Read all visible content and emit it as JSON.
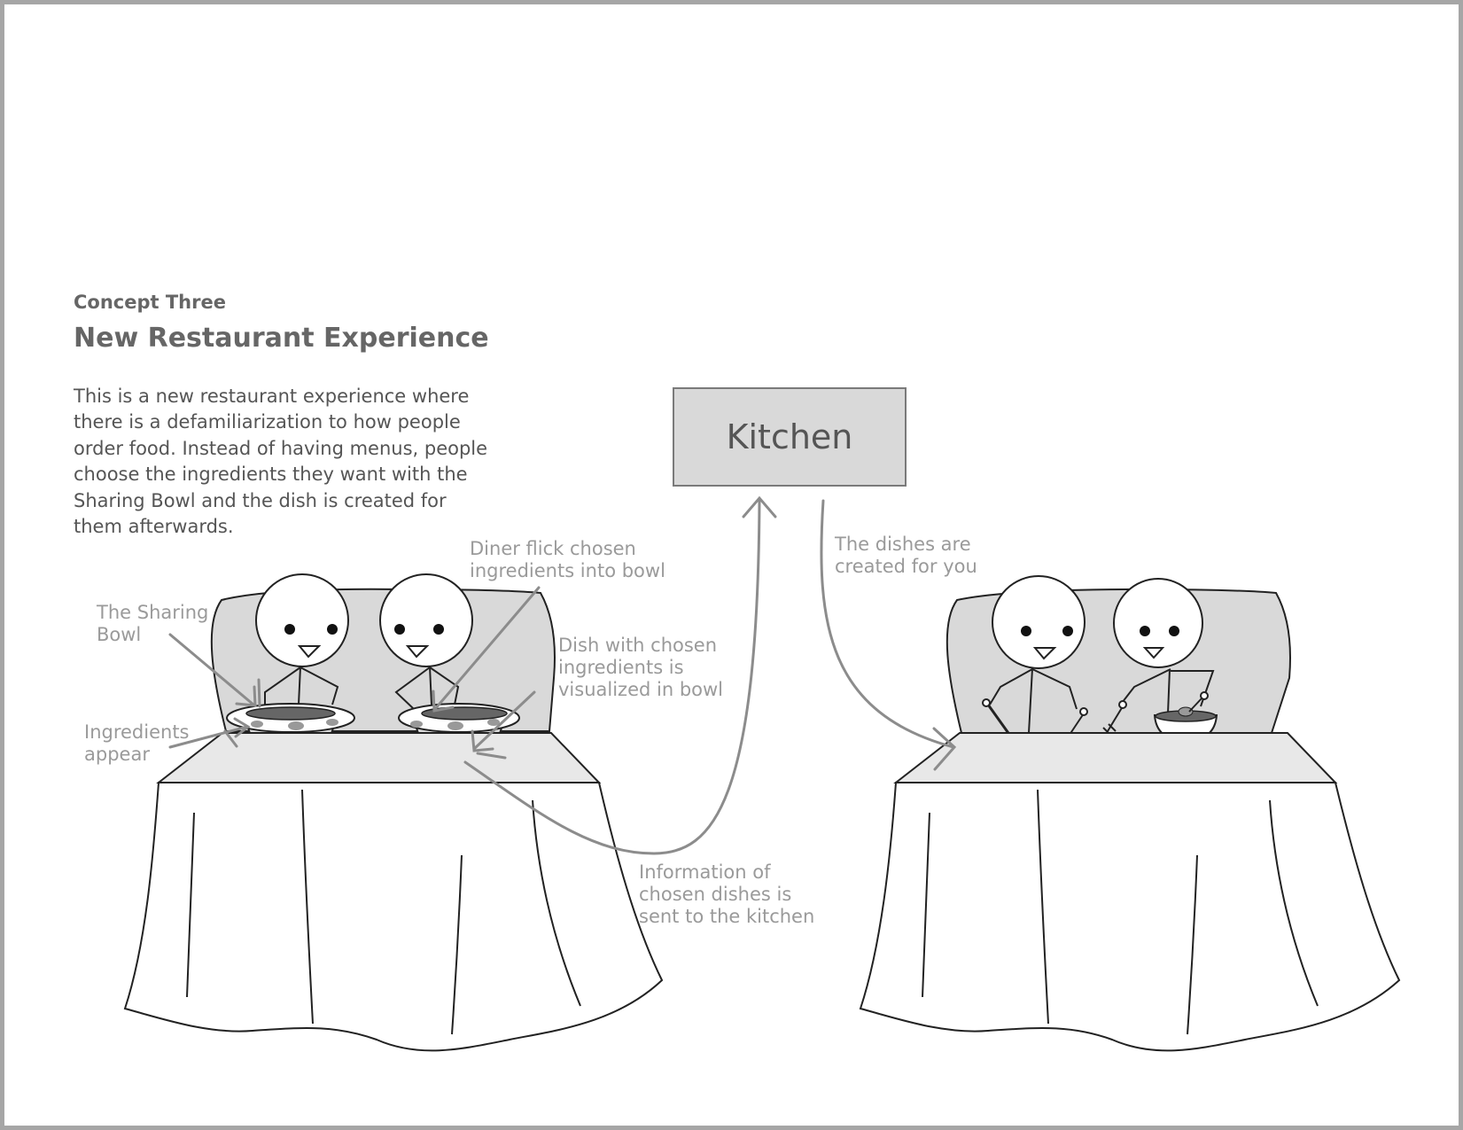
{
  "header": {
    "subtitle": "Concept Three",
    "title": "New Restaurant Experience",
    "description": "This is a new restaurant experience where there is a defamiliarization to how people order food. Instead of having menus, people choose the ingredients they want with the Sharing Bowl and the dish is created for them afterwards."
  },
  "kitchen": {
    "label": "Kitchen"
  },
  "annotations": {
    "sharing_bowl": "The Sharing\nBowl",
    "ingredients": "Ingredients\nappear",
    "flick": "Diner flick chosen\ningredients into bowl",
    "dish_visualized": "Dish with chosen\ningredients is\nvisualized in bowl",
    "info_sent": "Information of\nchosen dishes is\nsent to the kitchen",
    "dishes_created": "The dishes are\ncreated for you"
  },
  "colors": {
    "border": "#a6a6a6",
    "annotation_text": "#9a9a9a",
    "heading_text": "#666666",
    "body_text": "#555555",
    "fill_gray": "#d9d9d9",
    "line": "#222222",
    "arrow": "#8c8c8c"
  }
}
